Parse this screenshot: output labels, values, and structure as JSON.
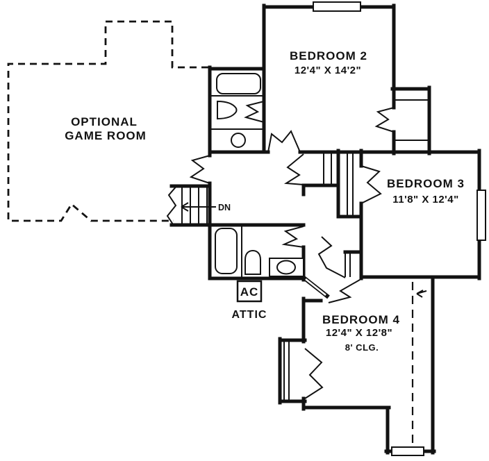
{
  "page": {
    "background_color": "#ffffff",
    "line_color": "#121212",
    "drawing_type": "second floor plan"
  },
  "rooms": {
    "game_room": {
      "label_line1": "OPTIONAL",
      "label_line2": "GAME ROOM",
      "outline_style": "dashed"
    },
    "bedroom2": {
      "label": "BEDROOM 2",
      "dimensions": "12'4\" X 14'2\""
    },
    "bedroom3": {
      "label": "BEDROOM 3",
      "dimensions": "11'8\" X 12'4\""
    },
    "bedroom4": {
      "label": "BEDROOM 4",
      "dimensions": "12'4\" X 12'8\"",
      "ceiling_note": "8' CLG."
    },
    "attic": {
      "label": "ATTIC",
      "ac_unit_label": "AC"
    }
  },
  "stairs": {
    "direction_label": "DN"
  },
  "fixtures": [
    "bathtub-upper",
    "toilet-upper",
    "sink-upper",
    "bathtub-lower",
    "toilet-lower",
    "vanity-sink-lower"
  ]
}
